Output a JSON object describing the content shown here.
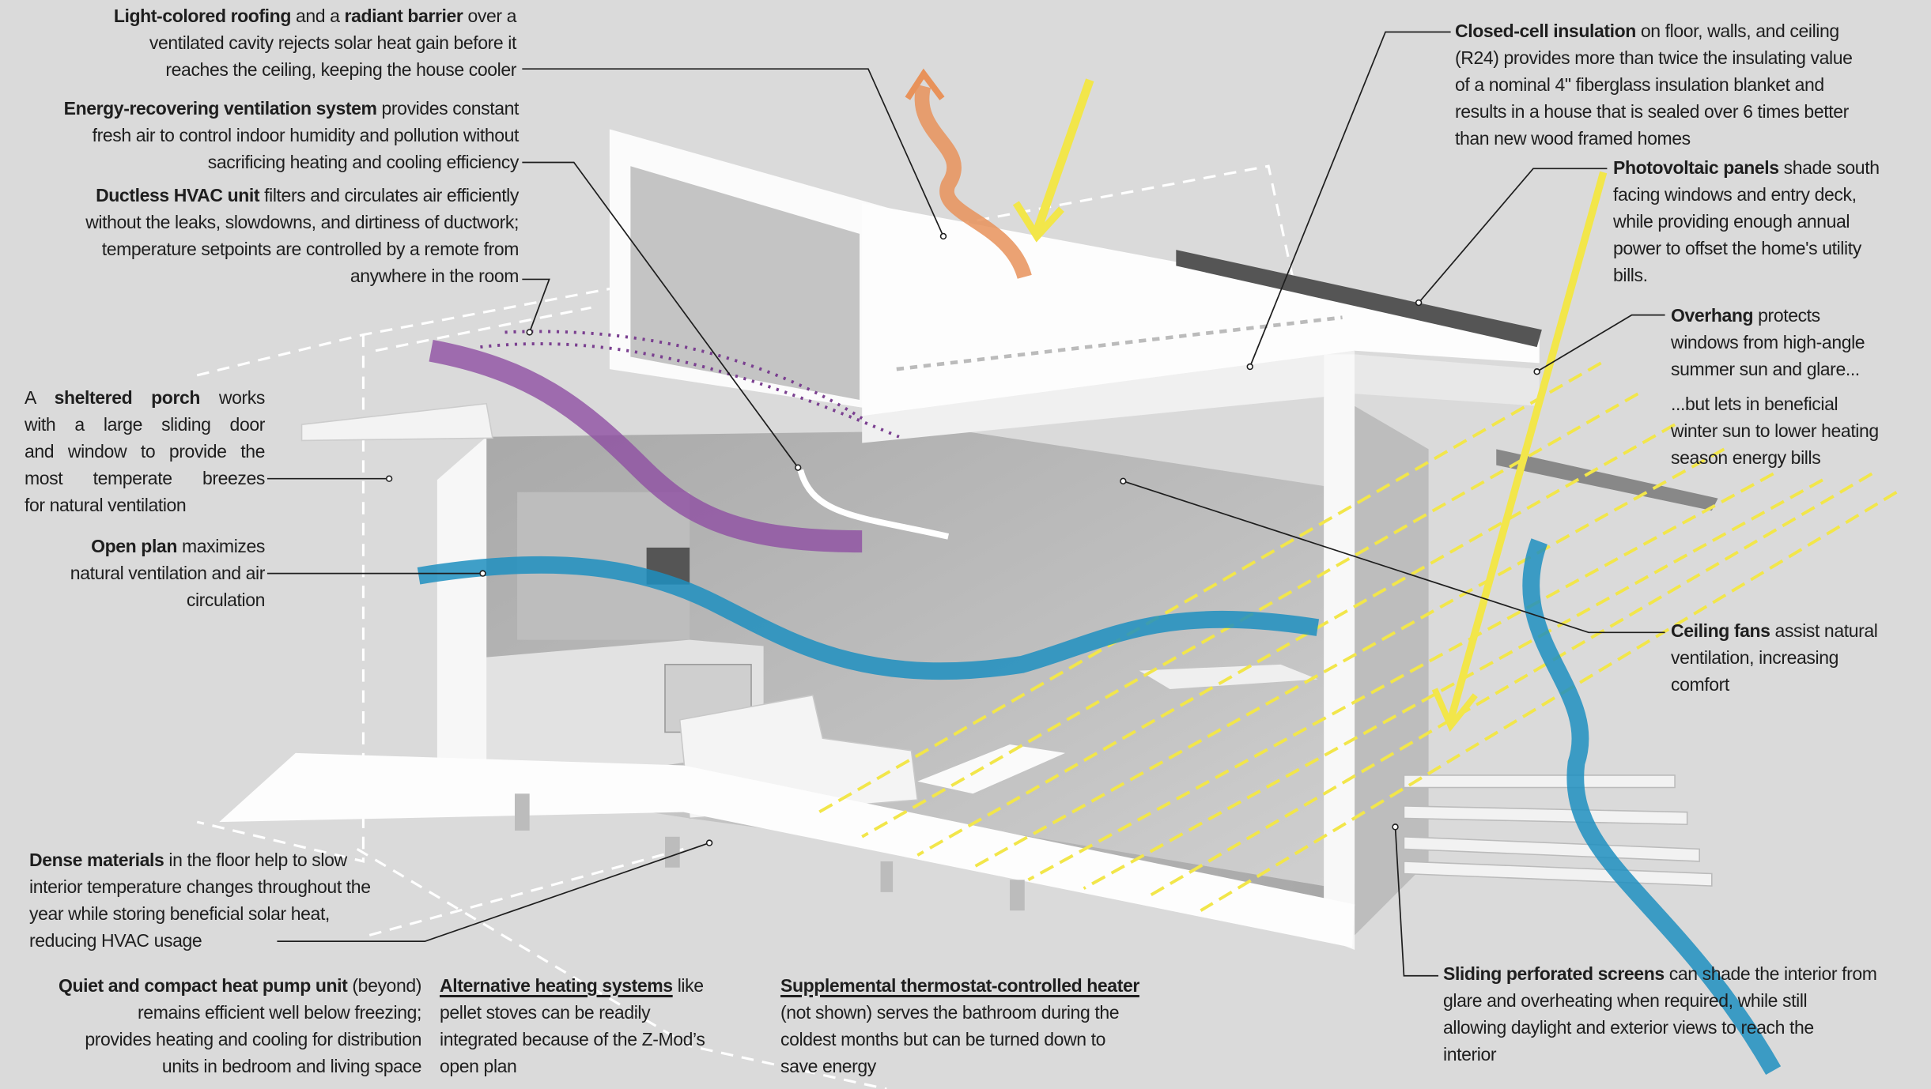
{
  "colors": {
    "background": "#dadada",
    "ventilation": "#8e4fa3",
    "breeze": "#1e8fc0",
    "heat": "#e8925a",
    "sun": "#f2e64a"
  },
  "callouts": [
    {
      "id": "roof",
      "lines": [
        [
          {
            "t": "Light-colored roofing",
            "s": "b"
          },
          {
            "t": " and a "
          },
          {
            "t": "radiant barrier",
            "s": "b"
          },
          {
            "t": " over a"
          }
        ],
        [
          {
            "t": "ventilated cavity rejects solar heat gain before it"
          }
        ],
        [
          {
            "t": "reaches the ceiling, keeping the house cooler"
          }
        ]
      ]
    },
    {
      "id": "erv",
      "lines": [
        [
          {
            "t": "Energy-recovering ventilation system",
            "s": "b"
          },
          {
            "t": " provides constant"
          }
        ],
        [
          {
            "t": "fresh air to control indoor humidity and pollution without"
          }
        ],
        [
          {
            "t": "sacrificing heating and cooling efficiency"
          }
        ]
      ]
    },
    {
      "id": "hvac",
      "lines": [
        [
          {
            "t": "Ductless HVAC unit",
            "s": "b"
          },
          {
            "t": " filters and circulates air efficiently"
          }
        ],
        [
          {
            "t": "without the leaks, slowdowns, and dirtiness of ductwork;"
          }
        ],
        [
          {
            "t": "temperature setpoints are controlled by a remote from"
          }
        ],
        [
          {
            "t": "anywhere in the room"
          }
        ]
      ]
    },
    {
      "id": "porch",
      "lines": [
        [
          {
            "t": "A "
          },
          {
            "t": "sheltered porch",
            "s": "b"
          },
          {
            "t": " works"
          }
        ],
        [
          {
            "t": "with a large sliding door"
          }
        ],
        [
          {
            "t": "and window to provide the"
          }
        ],
        [
          {
            "t": "most temperate breezes"
          }
        ],
        [
          {
            "t": "for natural ventilation"
          }
        ]
      ]
    },
    {
      "id": "open",
      "lines": [
        [
          {
            "t": "Open plan",
            "s": "b"
          },
          {
            "t": " maximizes"
          }
        ],
        [
          {
            "t": "natural ventilation and air"
          }
        ],
        [
          {
            "t": "circulation"
          }
        ]
      ]
    },
    {
      "id": "dense",
      "lines": [
        [
          {
            "t": "Dense materials",
            "s": "b"
          },
          {
            "t": " in the floor help to slow"
          }
        ],
        [
          {
            "t": "interior temperature changes throughout the"
          }
        ],
        [
          {
            "t": "year while storing beneficial solar heat,"
          }
        ],
        [
          {
            "t": "reducing HVAC usage"
          }
        ]
      ]
    },
    {
      "id": "pump",
      "lines": [
        [
          {
            "t": "Quiet and compact heat pump unit",
            "s": "b"
          },
          {
            "t": " (beyond)"
          }
        ],
        [
          {
            "t": "remains efficient well below freezing;"
          }
        ],
        [
          {
            "t": "provides heating and cooling for distribution"
          }
        ],
        [
          {
            "t": "units in bedroom and living space"
          }
        ]
      ]
    },
    {
      "id": "alt",
      "lines": [
        [
          {
            "t": "Alternative heating systems",
            "s": "u"
          },
          {
            "t": " like"
          }
        ],
        [
          {
            "t": "pellet stoves can be readily"
          }
        ],
        [
          {
            "t": "integrated because of the Z-Mod’s"
          }
        ],
        [
          {
            "t": "open plan"
          }
        ]
      ]
    },
    {
      "id": "supp",
      "lines": [
        [
          {
            "t": "Supplemental thermostat-controlled heater",
            "s": "u"
          }
        ],
        [
          {
            "t": "(not shown) serves the bathroom during the"
          }
        ],
        [
          {
            "t": "coldest months but can be turned down to"
          }
        ],
        [
          {
            "t": "save energy"
          }
        ]
      ]
    },
    {
      "id": "closed",
      "lines": [
        [
          {
            "t": "Closed-cell insulation",
            "s": "b"
          },
          {
            "t": " on floor, walls, and ceiling"
          }
        ],
        [
          {
            "t": "(R24) provides more than twice the insulating value"
          }
        ],
        [
          {
            "t": "of a nominal 4\" fiberglass insulation blanket and"
          }
        ],
        [
          {
            "t": "results in a house that is sealed over 6 times better"
          }
        ],
        [
          {
            "t": "than new wood framed homes"
          }
        ]
      ]
    },
    {
      "id": "pv",
      "lines": [
        [
          {
            "t": "Photovoltaic panels",
            "s": "b"
          },
          {
            "t": " shade south"
          }
        ],
        [
          {
            "t": "facing windows and entry deck,"
          }
        ],
        [
          {
            "t": "while providing enough annual"
          }
        ],
        [
          {
            "t": "power to offset the home's utility"
          }
        ],
        [
          {
            "t": "bills."
          }
        ]
      ]
    },
    {
      "id": "overhang",
      "lines": [
        [
          {
            "t": "Overhang",
            "s": "b"
          },
          {
            "t": " protects"
          }
        ],
        [
          {
            "t": "windows from high-angle"
          }
        ],
        [
          {
            "t": "summer sun and glare..."
          }
        ]
      ]
    },
    {
      "id": "winter",
      "lines": [
        [
          {
            "t": "...but lets in beneficial"
          }
        ],
        [
          {
            "t": "winter sun to lower heating"
          }
        ],
        [
          {
            "t": "season energy bills"
          }
        ]
      ]
    },
    {
      "id": "fans",
      "lines": [
        [
          {
            "t": "Ceiling fans",
            "s": "b"
          },
          {
            "t": " assist natural"
          }
        ],
        [
          {
            "t": "ventilation, increasing"
          }
        ],
        [
          {
            "t": "comfort"
          }
        ]
      ]
    },
    {
      "id": "screens",
      "lines": [
        [
          {
            "t": "Sliding perforated screens",
            "s": "b"
          },
          {
            "t": " can shade the interior from"
          }
        ],
        [
          {
            "t": "glare and overheating when required, while still"
          }
        ],
        [
          {
            "t": "allowing daylight and exterior views to reach the"
          }
        ],
        [
          {
            "t": "interior"
          }
        ]
      ]
    }
  ]
}
